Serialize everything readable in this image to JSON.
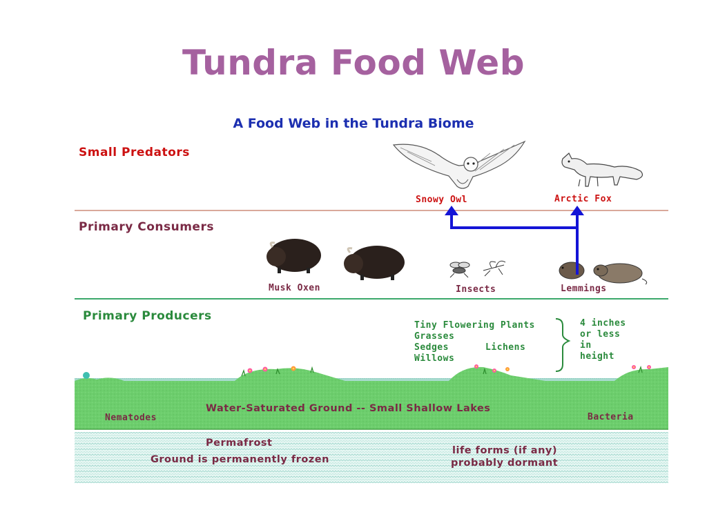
{
  "slide_title": "Tundra Food Web",
  "diagram_title": "A Food Web in the Tundra Biome",
  "levels": {
    "small_predators": "Small Predators",
    "primary_consumers": "Primary Consumers",
    "primary_producers": "Primary Producers"
  },
  "animals": {
    "snowy_owl": "Snowy Owl",
    "arctic_fox": "Arctic Fox",
    "musk_oxen": "Musk Oxen",
    "insects": "Insects",
    "lemmings": "Lemmings"
  },
  "plants": {
    "tiny_flowering_plants": "Tiny Flowering Plants",
    "grasses": "Grasses",
    "sedges": "Sedges",
    "lichens": "Lichens",
    "willows": "Willows"
  },
  "height_note": [
    "4 inches",
    "or less",
    "in",
    "height"
  ],
  "ground": {
    "water_saturated": "Water-Saturated Ground -- Small Shallow Lakes",
    "nematodes": "Nematodes",
    "bacteria": "Bacteria",
    "permafrost": "Permafrost",
    "frozen": "Ground is permanently frozen",
    "life_forms_1": "life forms  (if any)",
    "life_forms_2": "probably dormant"
  },
  "colors": {
    "title": "#a5619f",
    "diagram_title": "#1c2fb0",
    "predator_red": "#cc1111",
    "consumer_maroon": "#7a2a45",
    "producer_green": "#2a8a3c",
    "text_dark": "#202040",
    "ground_green": "#6fcf6f",
    "permafrost": "#d8f2ee",
    "arrow_blue": "#1414d6",
    "divider_1": "#d9a89a",
    "divider_2": "#3aa86a"
  }
}
